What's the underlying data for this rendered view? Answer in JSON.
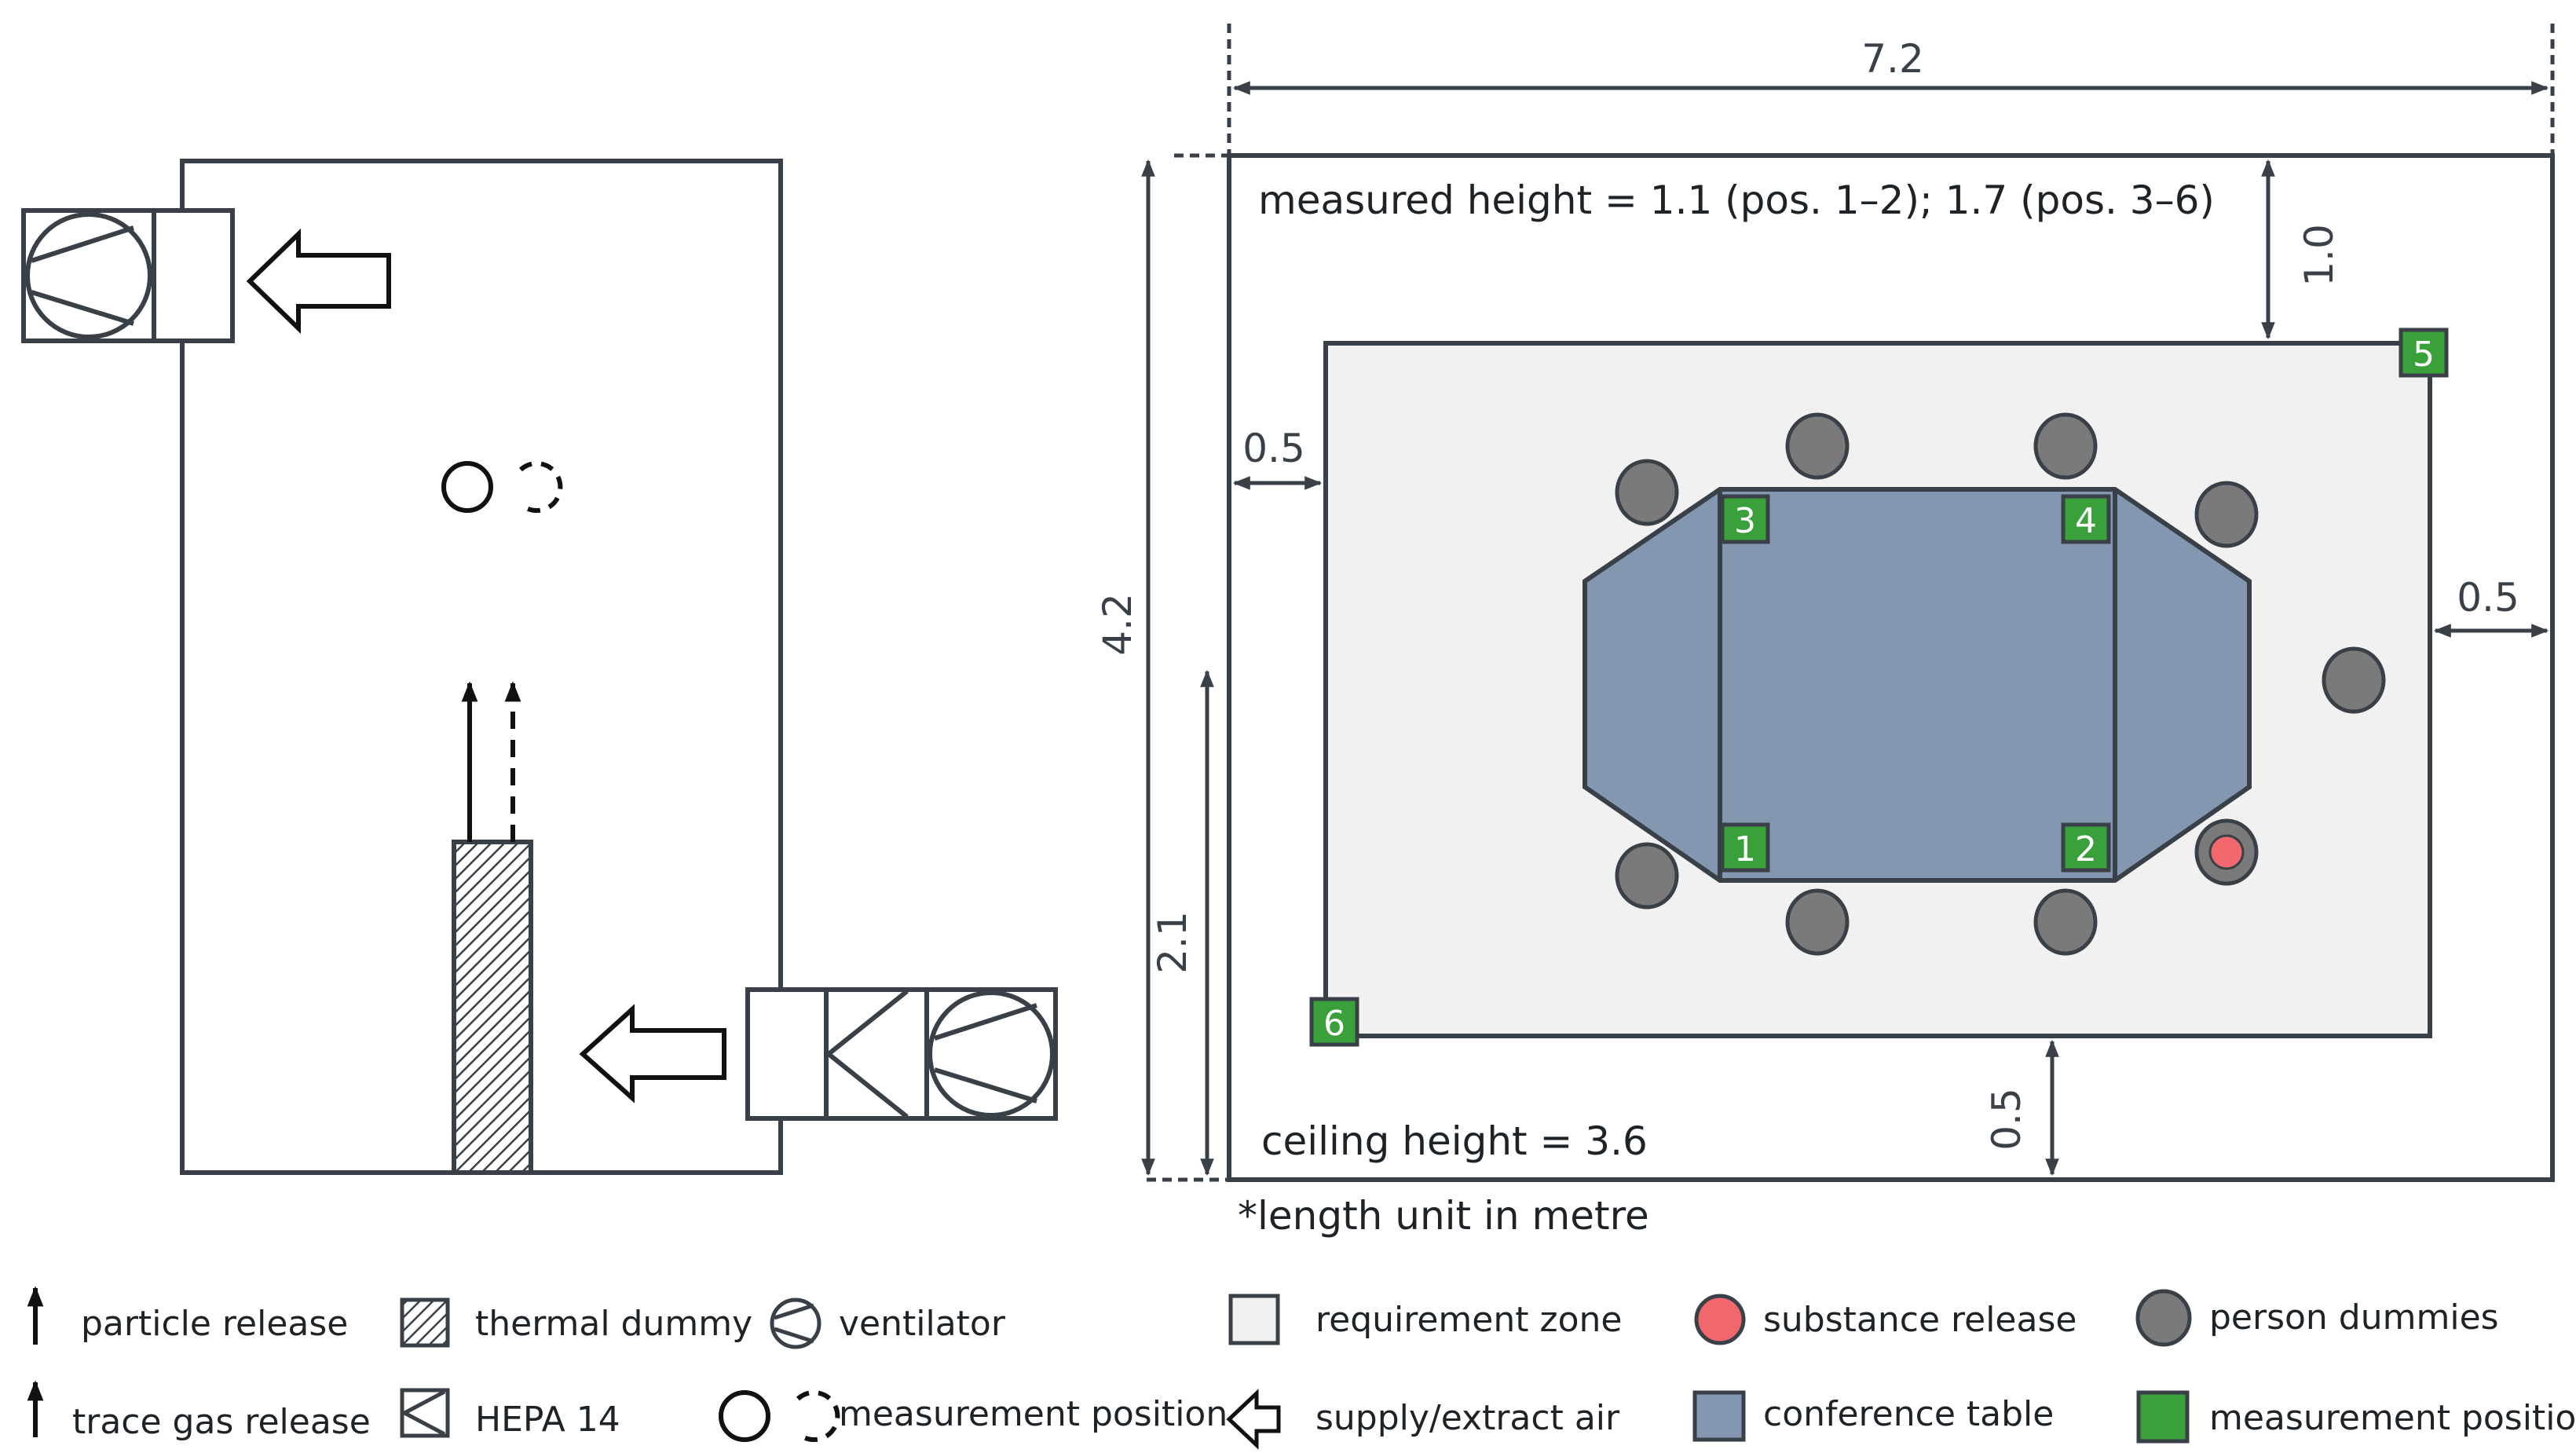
{
  "dimensions": {
    "room_width": "7.2",
    "room_depth": "4.2",
    "offset_top": "1.0",
    "offset_left": "0.5",
    "offset_right": "0.5",
    "offset_bottom": "0.5",
    "left_gap": "2.1"
  },
  "notes": {
    "measured_height": "measured height = 1.1 (pos. 1–2); 1.7 (pos. 3–6)",
    "ceiling_height": "ceiling height = 3.6",
    "unit_note": "*length unit in metre"
  },
  "positions": [
    "1",
    "2",
    "3",
    "4",
    "5",
    "6"
  ],
  "legend": {
    "particle_release": "particle release",
    "trace_gas_release": "trace gas release",
    "thermal_dummy": "thermal dummy",
    "hepa": "HEPA 14",
    "ventilator": "ventilator",
    "measurement_position_left": "measurement position",
    "requirement_zone": "requirement zone",
    "supply_extract_air": "supply/extract air",
    "substance_release": "substance release",
    "conference_table": "conference table",
    "person_dummies": "person dummies",
    "measurement_position_right": "measurement position"
  },
  "colors": {
    "stroke": "#3a4048",
    "requirement_zone": "#f1f1f1",
    "conference_table": "#8497b0",
    "person_dummy": "#7a7a7a",
    "substance_release": "#f0676c",
    "measurement_marker": "#3aa03a"
  }
}
